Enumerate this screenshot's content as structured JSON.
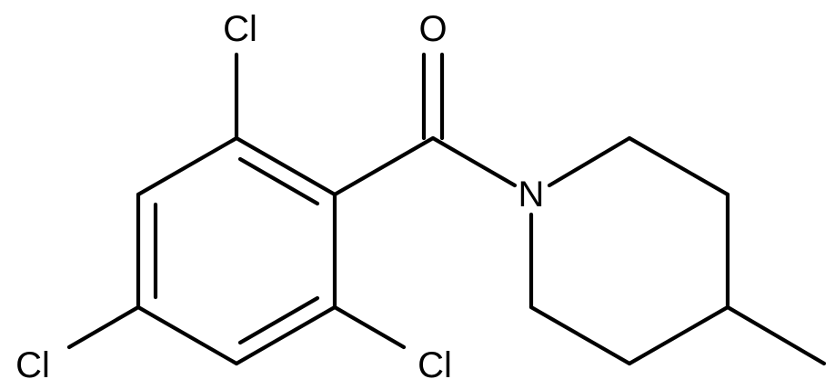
{
  "molecule": {
    "atoms": {
      "cl_top": "Cl",
      "cl_bottom_left": "Cl",
      "cl_bottom_right": "Cl",
      "oxygen": "O",
      "nitrogen": "N"
    }
  }
}
